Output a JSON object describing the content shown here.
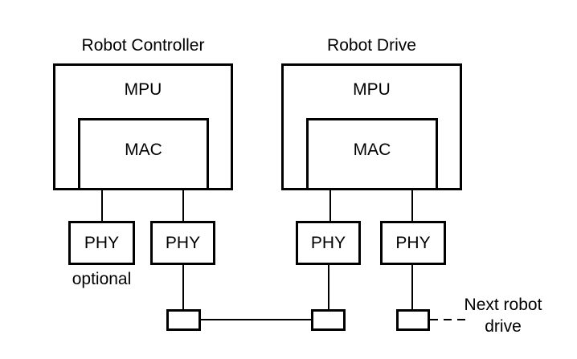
{
  "diagram": {
    "colors": {
      "line": "#000000",
      "background": "#ffffff",
      "text": "#000000"
    },
    "controller": {
      "title": "Robot Controller",
      "mpu_label": "MPU",
      "mac_label": "MAC",
      "phy_optional_label": "PHY",
      "phy_main_label": "PHY",
      "optional_note": "optional"
    },
    "drive": {
      "title": "Robot Drive",
      "mpu_label": "MPU",
      "mac_label": "MAC",
      "phy_left_label": "PHY",
      "phy_right_label": "PHY"
    },
    "annotations": {
      "next_drive_line1": "Next robot",
      "next_drive_line2": "drive"
    }
  }
}
